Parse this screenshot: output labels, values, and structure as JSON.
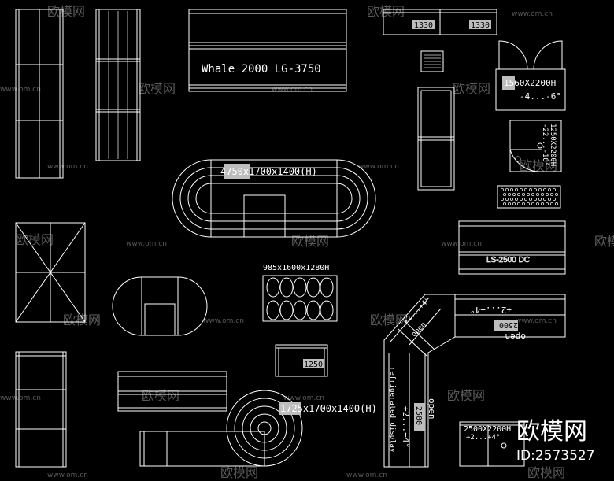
{
  "labels": {
    "whale": "Whale 2000 LG-3750",
    "tag_1330_a": "1330",
    "tag_1330_b": "1330",
    "dim_1560": "1560X2200H",
    "temp_1560": "-4...-6°",
    "dim_1250v": "1250X2200H",
    "temp_1250v": "-22...-18°",
    "dim_4750": "4750x1700x1400(H)",
    "ls2500": "LS-2500 DC",
    "dim_985": "985x1600x1280H",
    "tag_1250": "1250",
    "temp_right": "+2...+4°",
    "tag_2500a": "2500",
    "open_a": "open",
    "dim_1725": "1725x1700x1400(H)",
    "temp_corner": "+2...+4°",
    "tag_2500b": "2500",
    "open_b": "open",
    "refrig": "refrigerated display",
    "dim_2500": "2500X2200H",
    "temp_2500": "+2...+4°"
  },
  "watermark": {
    "site": "www.om.cn",
    "brand": "欧模网",
    "big_brand": "欧模网",
    "id": "ID:2573527"
  },
  "colors": {
    "background": "#000000",
    "stroke": "#ffffff",
    "watermark": "#5a5a5a",
    "tag_fill": "#bdbdbd"
  }
}
